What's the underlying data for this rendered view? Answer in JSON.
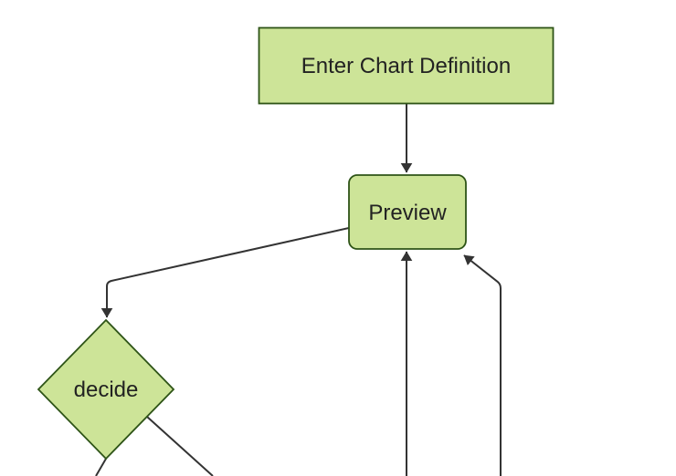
{
  "diagram": {
    "type": "flowchart",
    "direction": "top-down",
    "colors": {
      "background": "#ffffff",
      "node_fill": "#cde498",
      "node_border": "#2e5417",
      "edge": "#333333",
      "text": "#222222"
    },
    "nodes": [
      {
        "id": "enter-chart-definition",
        "label": "Enter Chart Definition",
        "shape": "rectangle"
      },
      {
        "id": "preview",
        "label": "Preview",
        "shape": "rounded-rectangle"
      },
      {
        "id": "decide",
        "label": "decide",
        "shape": "diamond"
      }
    ],
    "edges": [
      {
        "from": "enter-chart-definition",
        "to": "preview",
        "arrow": true
      },
      {
        "from": "preview",
        "to": "decide",
        "arrow": true
      },
      {
        "from": "offscreen-bottom-center",
        "to": "preview",
        "arrow": true
      },
      {
        "from": "offscreen-bottom-right",
        "to": "preview",
        "arrow": true
      },
      {
        "from": "decide",
        "to": "offscreen-bottom-left",
        "arrow": false
      },
      {
        "from": "decide",
        "to": "offscreen-bottom-right",
        "arrow": false
      }
    ]
  }
}
